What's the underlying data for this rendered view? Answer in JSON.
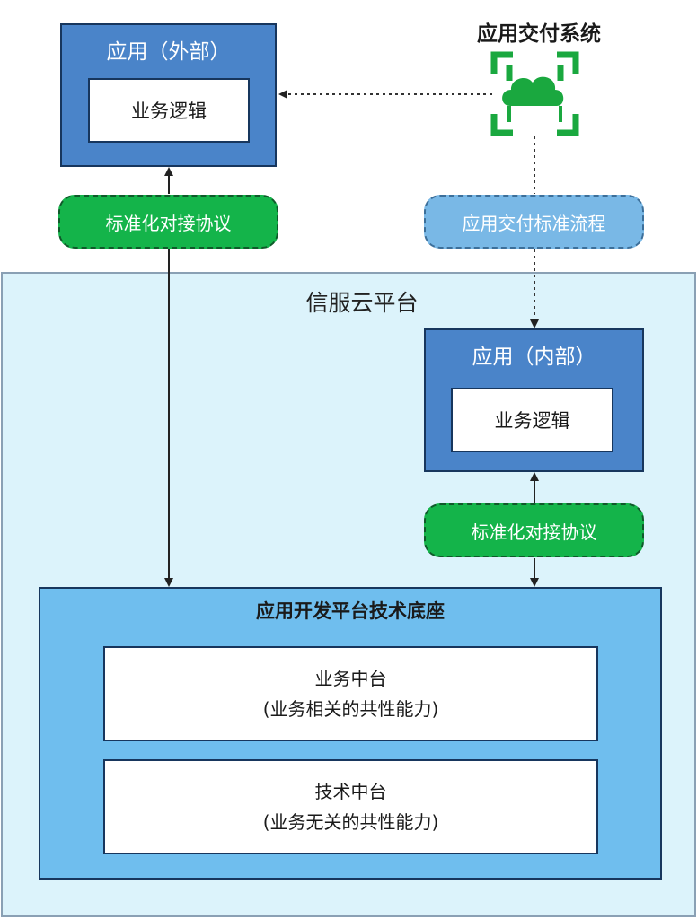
{
  "delivery_system": {
    "title": "应用交付系统",
    "icon": "cloud-delivery-icon",
    "color": "#1aa83f"
  },
  "external_app": {
    "title": "应用（外部）",
    "logic": "业务逻辑"
  },
  "protocol_external": {
    "label": "标准化对接协议"
  },
  "delivery_process": {
    "label": "应用交付标准流程"
  },
  "platform": {
    "title": "信服云平台"
  },
  "internal_app": {
    "title": "应用（内部）",
    "logic": "业务逻辑"
  },
  "protocol_internal": {
    "label": "标准化对接协议"
  },
  "base": {
    "title": "应用开发平台技术底座",
    "business_center": {
      "line1": "业务中台",
      "line2": "(业务相关的共性能力)"
    },
    "tech_center": {
      "line1": "技术中台",
      "line2": "(业务无关的共性能力)"
    }
  },
  "colors": {
    "app_blue": "#4a84c9",
    "base_blue": "#6fbeee",
    "platform_bg": "#dcf3fb",
    "pill_green": "#14b44a",
    "pill_blue": "#79b8e6"
  }
}
